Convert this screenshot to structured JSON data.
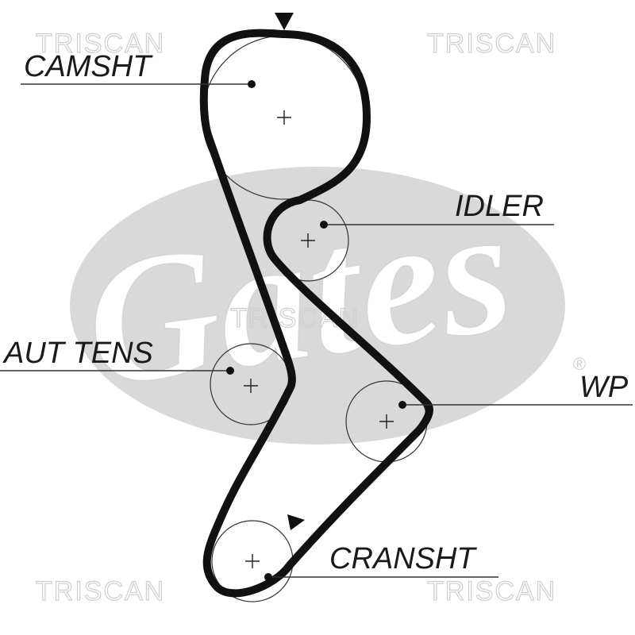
{
  "brand_logo": {
    "text": "Gates",
    "registered": "®",
    "color": "#d9d9d9"
  },
  "watermark": {
    "text": "TRISCAN",
    "color": "#cfcfcf"
  },
  "labels": {
    "camshaft": "CAMSHT",
    "idler": "IDLER",
    "auto_tensioner": "AUT TENS",
    "water_pump": "WP",
    "crankshaft": "CRANSHT"
  },
  "colors": {
    "belt": "#111111",
    "background": "#ffffff"
  }
}
